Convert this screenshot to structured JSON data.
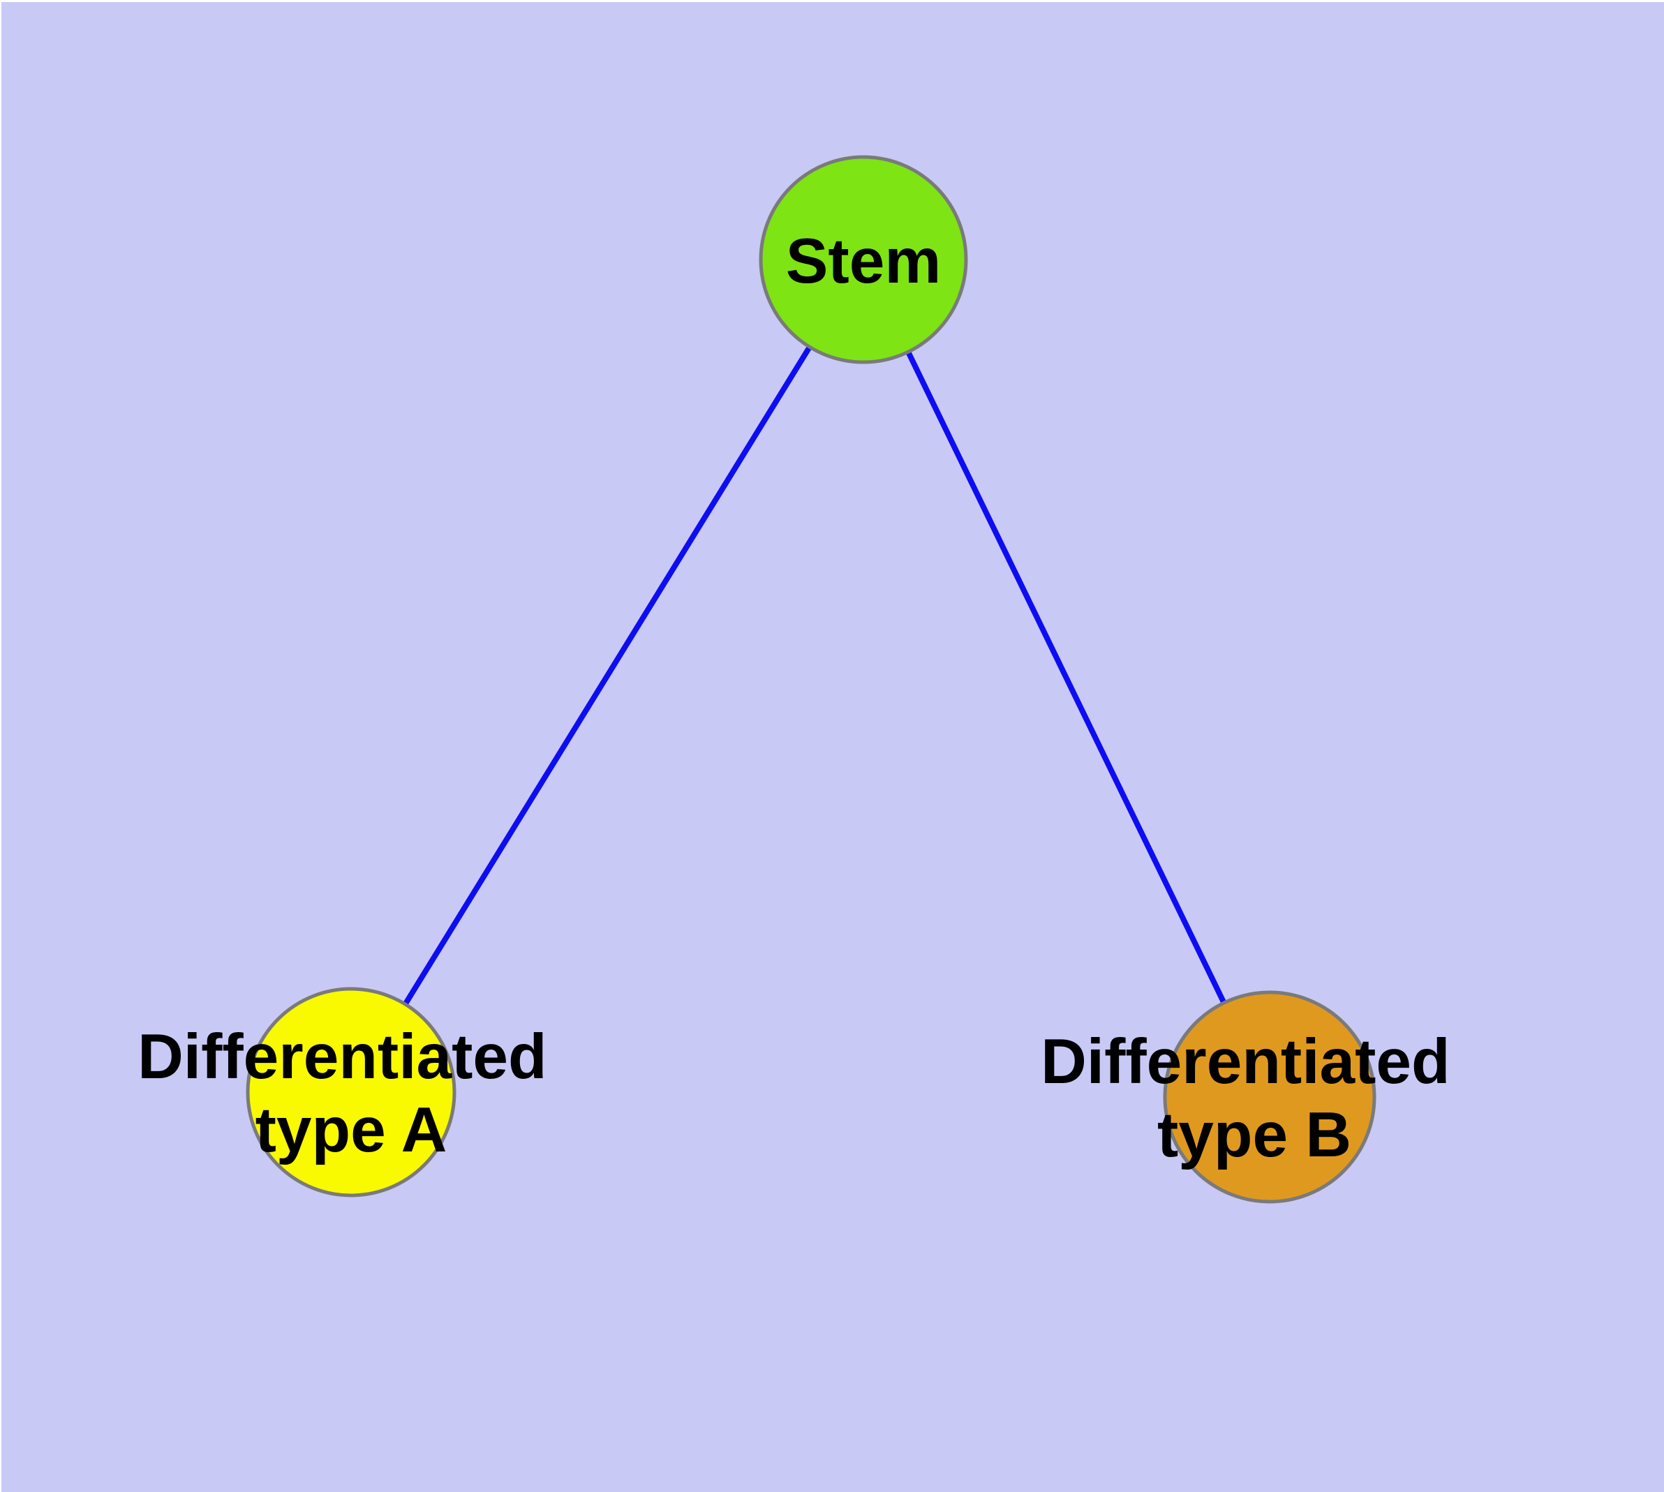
{
  "colors": {
    "background": "#C9C9F6",
    "edge": "#0D0DF2",
    "node_border": "#7A7A7A",
    "label_text": "#000000",
    "stem_fill": "#7EE414",
    "type_a_fill": "#F9F900",
    "type_b_fill": "#E0991F"
  },
  "nodes": {
    "stem": {
      "label": "Stem",
      "fill": "#7EE414"
    },
    "type_a": {
      "label": "Differentiated type A",
      "line1": "Differentiated",
      "line2": "type A",
      "fill": "#F9F900"
    },
    "type_b": {
      "label": "Differentiated type B",
      "line1": "Differentiated",
      "line2": "type B",
      "fill": "#E0991F"
    }
  },
  "edges": [
    {
      "from": "Stem",
      "to": "Differentiated type A"
    },
    {
      "from": "Stem",
      "to": "Differentiated type B"
    }
  ]
}
